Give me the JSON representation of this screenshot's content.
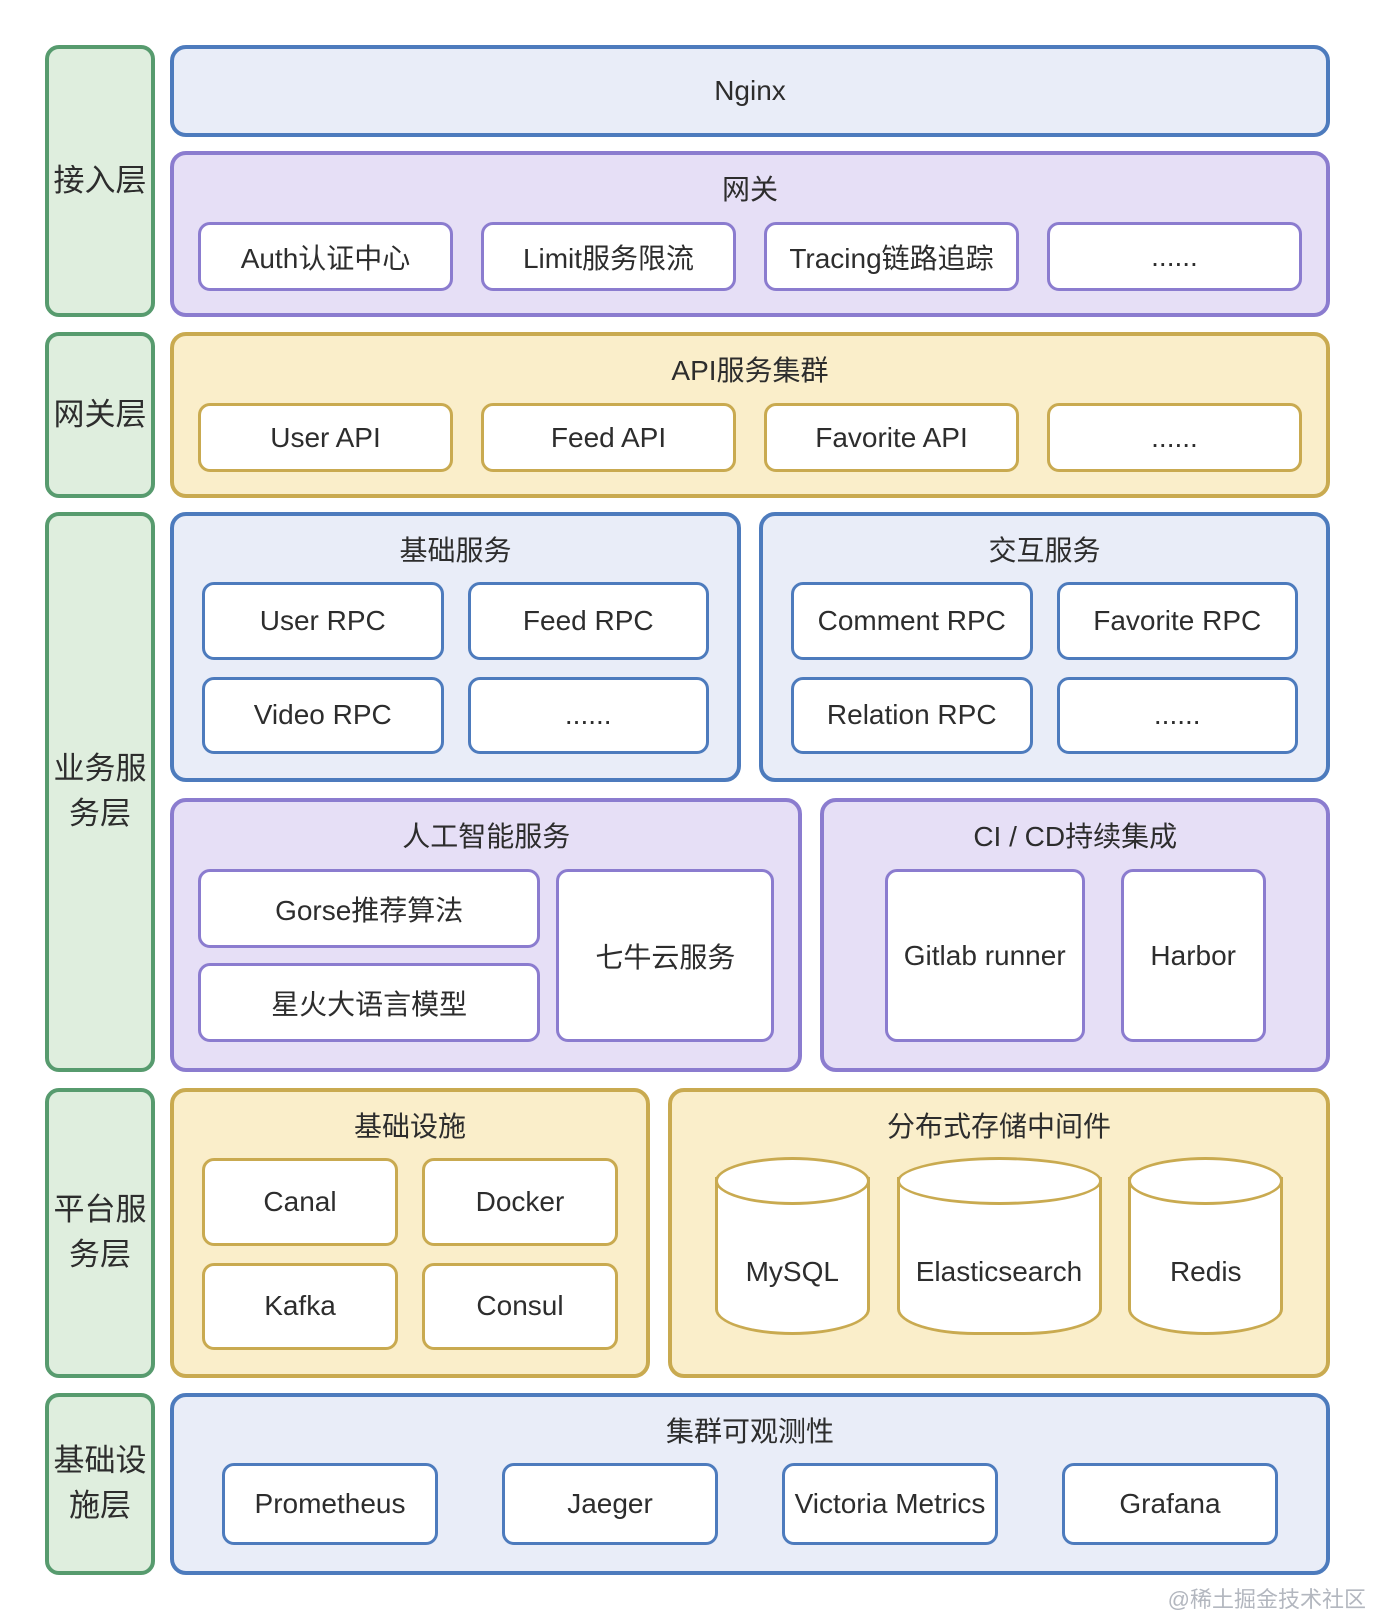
{
  "sidebar": {
    "access": "接入层",
    "gateway": "网关层",
    "business": "业务服\n务层",
    "platform": "平台服\n务层",
    "infra": "基础设\n施层"
  },
  "access_layer": {
    "nginx": "Nginx",
    "gateway": {
      "title": "网关",
      "items": [
        "Auth认证中心",
        "Limit服务限流",
        "Tracing链路追踪",
        "......"
      ]
    }
  },
  "gateway_layer": {
    "api_cluster": {
      "title": "API服务集群",
      "items": [
        "User API",
        "Feed API",
        "Favorite API",
        "......"
      ]
    }
  },
  "business_layer": {
    "basic_services": {
      "title": "基础服务",
      "items": [
        "User RPC",
        "Feed RPC",
        "Video RPC",
        "......"
      ]
    },
    "interactive_services": {
      "title": "交互服务",
      "items": [
        "Comment RPC",
        "Favorite RPC",
        "Relation RPC",
        "......"
      ]
    },
    "ai_services": {
      "title": "人工智能服务",
      "left_items": [
        "Gorse推荐算法",
        "星火大语言模型"
      ],
      "right_item": "七牛云服务"
    },
    "cicd": {
      "title": "CI / CD持续集成",
      "items": [
        "Gitlab runner",
        "Harbor"
      ]
    }
  },
  "platform_layer": {
    "infrastructure": {
      "title": "基础设施",
      "items": [
        "Canal",
        "Docker",
        "Kafka",
        "Consul"
      ]
    },
    "storage": {
      "title": "分布式存储中间件",
      "items": [
        "MySQL",
        "Elasticsearch",
        "Redis"
      ]
    }
  },
  "infra_layer": {
    "observability": {
      "title": "集群可观测性",
      "items": [
        "Prometheus",
        "Jaeger",
        "Victoria Metrics",
        "Grafana"
      ]
    }
  },
  "watermark": "@稀土掘金技术社区",
  "colors": {
    "blue_border": "#4d7bbd",
    "blue_fill": "#e9edf8",
    "purple_border": "#8b7ccf",
    "purple_fill": "#e6dff6",
    "gold_border": "#c9aa50",
    "gold_fill": "#faeeca",
    "green_border": "#579b6e",
    "green_fill": "#dfeede"
  }
}
